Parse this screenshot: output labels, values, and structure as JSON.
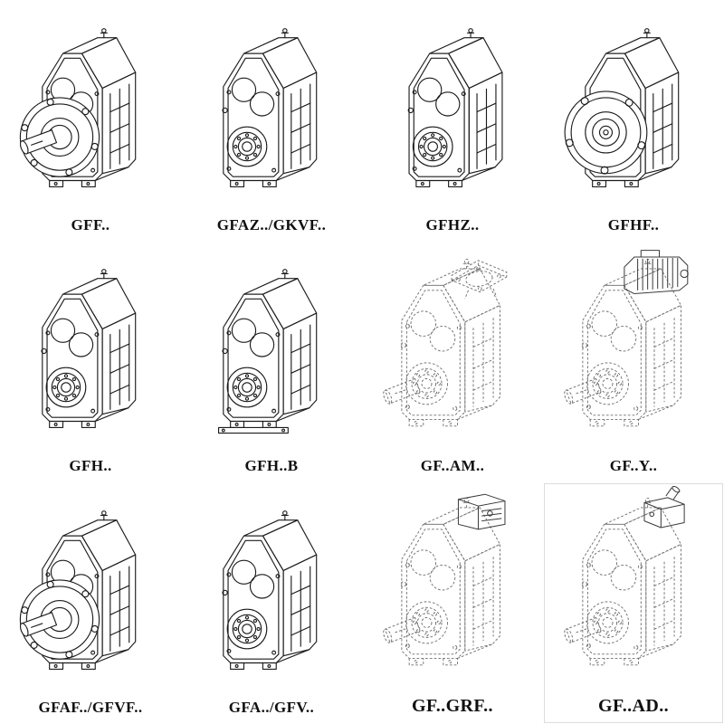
{
  "page": {
    "background": "#ffffff",
    "colors": {
      "ink": "#1c1c1c",
      "ghost": "#6e6e6e"
    }
  },
  "grid": {
    "items": [
      {
        "label": "GFF..",
        "variant": "gearbox-flange-shaft-drawing"
      },
      {
        "label": "GFAZ../GKVF..",
        "variant": "gearbox-bore-face-drawing"
      },
      {
        "label": "GFHZ..",
        "variant": "gearbox-bore-face-drawing"
      },
      {
        "label": "GFHF..",
        "variant": "gearbox-front-flange-drawing"
      },
      {
        "label": "GFH..",
        "variant": "gearbox-bore-face-drawing"
      },
      {
        "label": "GFH..B",
        "variant": "gearbox-bore-face-baseplate-drawing"
      },
      {
        "label": "GF..AM..",
        "variant": "gearbox-dashed-input-flange-drawing"
      },
      {
        "label": "GF..Y..",
        "variant": "gearbox-dashed-motor-drawing"
      },
      {
        "label": "GFAF../GFVF..",
        "variant": "gearbox-flange-shaft-drawing"
      },
      {
        "label": "GFA../GFV..",
        "variant": "gearbox-bore-face-drawing"
      },
      {
        "label": "GF..GRF..",
        "variant": "gearbox-dashed-adapter-drawing"
      },
      {
        "label": "GF..AD..",
        "variant": "gearbox-dashed-shaft-adapter-drawing"
      }
    ]
  }
}
